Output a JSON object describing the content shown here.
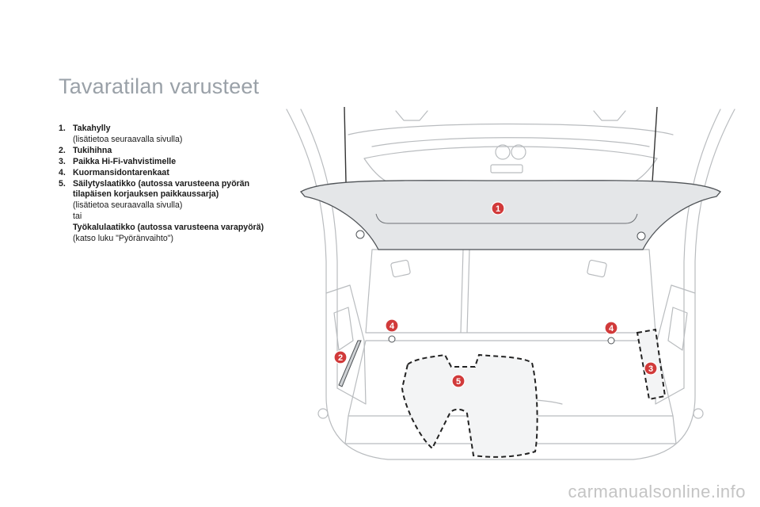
{
  "page": {
    "title": "Tavaratilan varusteet",
    "watermark": "carmanualsonline.info"
  },
  "items": [
    {
      "num": "1.",
      "label": "Takahylly",
      "note": "(lisätietoa seuraavalla sivulla)"
    },
    {
      "num": "2.",
      "label": "Tukihihna"
    },
    {
      "num": "3.",
      "label": "Paikka Hi-Fi-vahvistimelle"
    },
    {
      "num": "4.",
      "label": "Kuormansidontarenkaat"
    },
    {
      "num": "5.",
      "label": "Säilytyslaatikko (autossa varusteena pyörän tilapäisen korjauksen paikkaussarja)",
      "note": "(lisätietoa seuraavalla sivulla)",
      "conj": "tai",
      "alt_label": "Työkalulaatikko (autossa varusteena varapyörä)",
      "alt_note": "(katso luku \"Pyöränvaihto\")"
    }
  ],
  "figure": {
    "badges": [
      "1",
      "2",
      "3",
      "4",
      "4",
      "5"
    ],
    "badge_color": "#d13a3a"
  }
}
